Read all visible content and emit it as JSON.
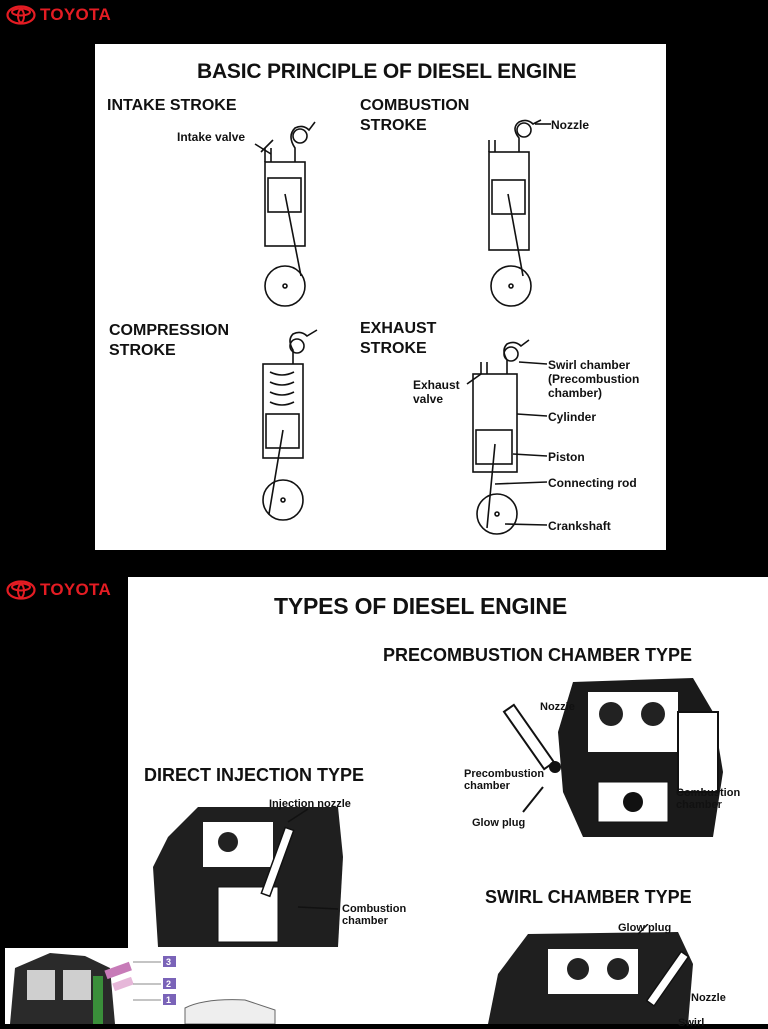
{
  "brand": {
    "name": "TOYOTA",
    "color": "#e41c23"
  },
  "slide1": {
    "title": "BASIC PRINCIPLE OF DIESEL ENGINE",
    "intake": {
      "heading": "INTAKE STROKE",
      "label_valve": "Intake valve"
    },
    "combustion": {
      "heading_line1": "COMBUSTION",
      "heading_line2": "STROKE",
      "label_nozzle": "Nozzle"
    },
    "compression": {
      "heading_line1": "COMPRESSION",
      "heading_line2": "STROKE"
    },
    "exhaust": {
      "heading_line1": "EXHAUST",
      "heading_line2": "STROKE",
      "label_exhaust_valve_1": "Exhaust",
      "label_exhaust_valve_2": "valve",
      "label_swirl_1": "Swirl chamber",
      "label_swirl_2": "(Precombustion",
      "label_swirl_3": "chamber)",
      "label_cylinder": "Cylinder",
      "label_piston": "Piston",
      "label_rod": "Connecting rod",
      "label_crank": "Crankshaft"
    }
  },
  "slide2": {
    "title": "TYPES OF DIESEL ENGINE",
    "precombustion": {
      "heading": "PRECOMBUSTION CHAMBER TYPE",
      "label_nozzle": "Nozzle",
      "label_pre_1": "Precombustion",
      "label_pre_2": "chamber",
      "label_glow": "Glow plug",
      "label_comb_1": "Combustion",
      "label_comb_2": "chamber"
    },
    "direct": {
      "heading": "DIRECT INJECTION TYPE",
      "label_injection": "Injection nozzle",
      "label_comb_1": "Combustion",
      "label_comb_2": "chamber"
    },
    "swirl": {
      "heading": "SWIRL CHAMBER TYPE",
      "label_glow": "Glow plug",
      "label_nozzle": "Nozzle",
      "label_swirl": "Swirl"
    }
  },
  "inset": {
    "badges": [
      "3",
      "2",
      "1"
    ]
  }
}
